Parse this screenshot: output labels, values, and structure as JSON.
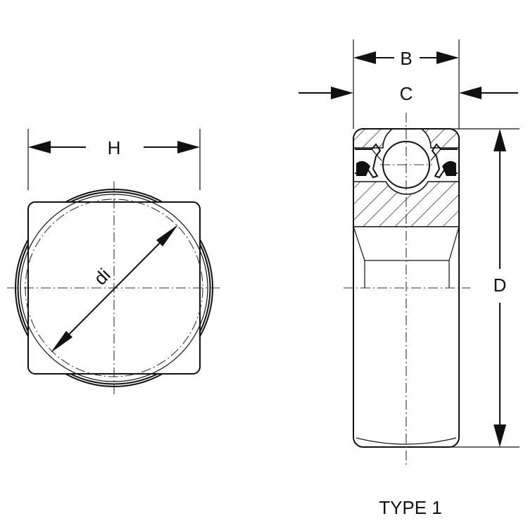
{
  "labels": {
    "h": "H",
    "di": "di",
    "b": "B",
    "c": "C",
    "d": "D",
    "type": "TYPE 1"
  },
  "colors": {
    "line": "#111111",
    "background": "#ffffff"
  }
}
